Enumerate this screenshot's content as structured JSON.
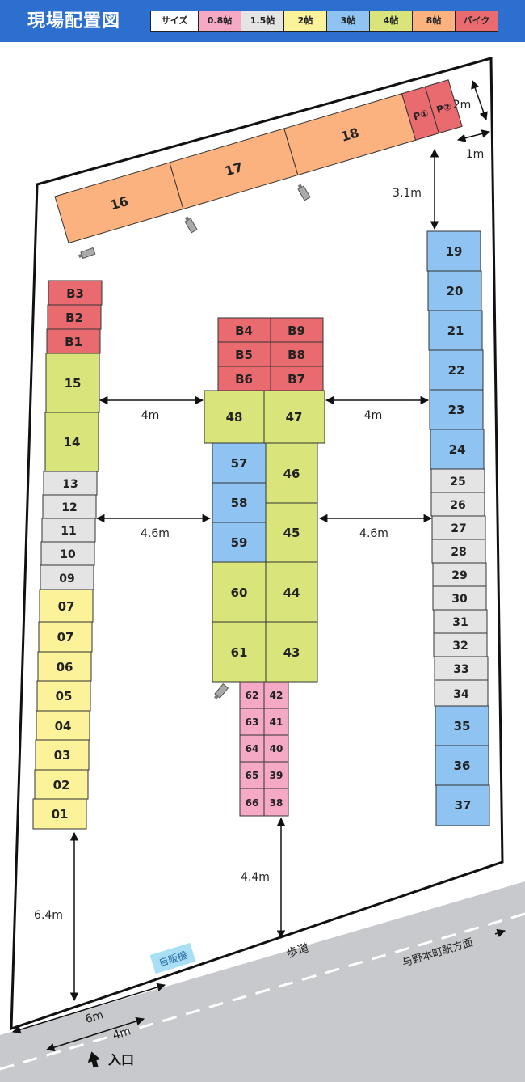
{
  "header": {
    "title": "現場配置図"
  },
  "legend": [
    {
      "label": "サイズ",
      "color": "#ffffff"
    },
    {
      "label": "0.8帖",
      "color": "#f5a9c4"
    },
    {
      "label": "1.5帖",
      "color": "#e4e4e4"
    },
    {
      "label": "2帖",
      "color": "#fbf29a"
    },
    {
      "label": "3帖",
      "color": "#8fc4f2"
    },
    {
      "label": "4帖",
      "color": "#d9e57a"
    },
    {
      "label": "8帖",
      "color": "#fbb27e"
    },
    {
      "label": "バイク",
      "color": "#ea6b6f"
    }
  ],
  "colors": {
    "s08": "#f5a9c4",
    "s15": "#e4e4e4",
    "s2": "#fbf29a",
    "s3": "#8fc4f2",
    "s4": "#d9e57a",
    "s8": "#fbb27e",
    "bike": "#ea6b6f",
    "road": "#c7c9cc",
    "header": "#2c6fcf",
    "vending": "#a8dff5"
  },
  "units": {
    "u16": "16",
    "u17": "17",
    "u18": "18",
    "p1": "P①",
    "p2": "P②",
    "b1": "B1",
    "b2": "B2",
    "b3": "B3",
    "b4": "B4",
    "b5": "B5",
    "b6": "B6",
    "b7": "B7",
    "b8": "B8",
    "b9": "B9",
    "u15": "15",
    "u14": "14",
    "u13": "13",
    "u12": "12",
    "u11": "11",
    "u10": "10",
    "u09": "09",
    "u07a": "07",
    "u07b": "07",
    "u06": "06",
    "u05": "05",
    "u04": "04",
    "u03": "03",
    "u02": "02",
    "u01": "01",
    "u48": "48",
    "u47": "47",
    "u57": "57",
    "u58": "58",
    "u59": "59",
    "u46": "46",
    "u45": "45",
    "u60": "60",
    "u44": "44",
    "u61": "61",
    "u43": "43",
    "u62": "62",
    "u42": "42",
    "u63": "63",
    "u41": "41",
    "u64": "64",
    "u40": "40",
    "u65": "65",
    "u39": "39",
    "u66": "66",
    "u38": "38",
    "u19": "19",
    "u20": "20",
    "u21": "21",
    "u22": "22",
    "u23": "23",
    "u24": "24",
    "u25": "25",
    "u26": "26",
    "u27": "27",
    "u28": "28",
    "u29": "29",
    "u30": "30",
    "u31": "31",
    "u32": "32",
    "u33": "33",
    "u34": "34",
    "u35": "35",
    "u36": "36",
    "u37": "37"
  },
  "measurements": {
    "m2": "2m",
    "m1": "1m",
    "m31": "3.1m",
    "m4l": "4m",
    "m4r": "4m",
    "m46l": "4.6m",
    "m46r": "4.6m",
    "m44": "4.4m",
    "m64": "6.4m",
    "m6": "6m",
    "m4e": "4m"
  },
  "labels": {
    "vending": "自販機",
    "sidewalk": "歩道",
    "station": "与野本町駅方面",
    "entrance": "入口"
  }
}
